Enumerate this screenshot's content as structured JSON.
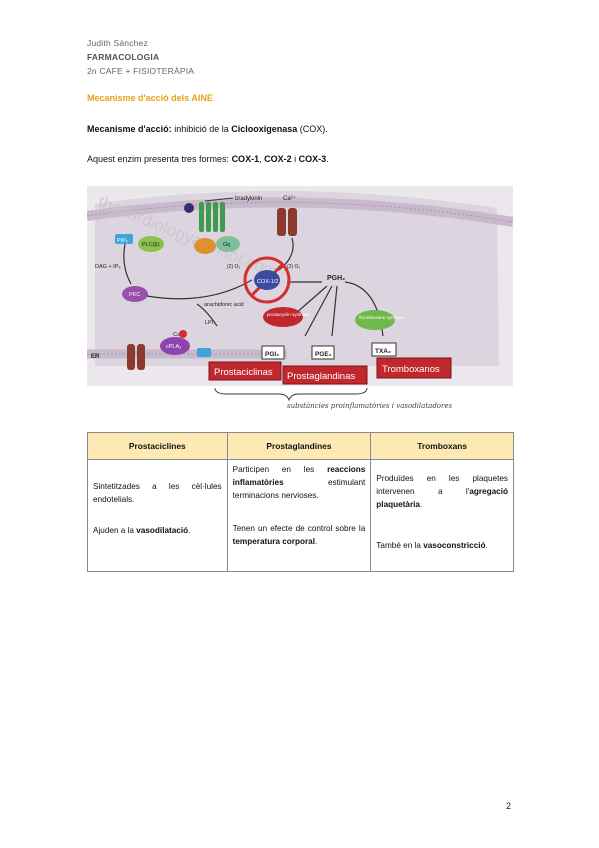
{
  "header": {
    "author": "Judith Sánchez",
    "subject": "FARMACOLOGIA",
    "course": "2n CAFE + FISIOTERÀPIA"
  },
  "section_title": "Mecanisme d'acció dels AINE",
  "intro": {
    "p1_label": "Mecanisme d'acció:",
    "p1_text": " inhibició de la ",
    "p1_bold": "Ciclooxigenasa",
    "p1_end": " (COX).",
    "p2_text": "Aquest enzim presenta tres formes: ",
    "forms": [
      "COX-1",
      "COX-2",
      "COX-3"
    ],
    "sep1": ", ",
    "sep2": " i ",
    "p2_end": "."
  },
  "figure": {
    "watermark": "thecardiologyadvisor.com",
    "bradykinin": "bradykinin",
    "ca_top": "Ca²⁺",
    "pip2": "PIP₂",
    "plc": "PLC(β)",
    "gq": "Gq",
    "dag_ip3": "DAG + IP₃",
    "pkc": "PKC",
    "cox": "COX-1/2",
    "pgh2": "PGH₂",
    "o2_left": "(2) O₂",
    "o2_right": "(2) O₂",
    "arachidonic": "arachidonic acid",
    "lpi": "LPI",
    "er": "ER",
    "ca_er": "Ca²⁺",
    "cpla2": "cPLA₂",
    "prostacyclin_synthase": "prostacyclin synthase",
    "thromboxane_synthase": "thromboxane synthase",
    "pgi2": "PGI₂",
    "pge2": "PGE₂",
    "txa2": "TXA₂",
    "label_prostaciclinas": "Prostaciclinas",
    "label_prostaglandinas": "Prostaglandinas",
    "label_tromboxanos": "Tromboxanos",
    "handwritten": "substàncies proinflamatòries i vasodilatadores"
  },
  "table": {
    "headers": [
      "Prostaciclines",
      "Prostaglandines",
      "Tromboxans"
    ],
    "col1": {
      "a1": "Sintetitzades a les cèl·lules endotelials.",
      "b1": "Ajuden a la ",
      "b1_bold": "vasodilatació",
      "b1_end": "."
    },
    "col2": {
      "a1": "Participen en les ",
      "a1_bold": "reaccions inflamatòries",
      "a1_end": " estimulant terminacions nervioses.",
      "b1": "Tenen un efecte de control sobre la ",
      "b1_bold": "temperatura corporal",
      "b1_end": "."
    },
    "col3": {
      "a1": "Produïdes en les plaquetes intervenen a l'",
      "a1_bold": "agregació plaquetària",
      "a1_end": ".",
      "b1": "També en la ",
      "b1_bold": "vasoconstricció",
      "b1_end": "."
    }
  },
  "page_number": "2",
  "colors": {
    "accent": "#e8a317",
    "label_red": "#c0282e",
    "table_header": "#fde9b3"
  }
}
